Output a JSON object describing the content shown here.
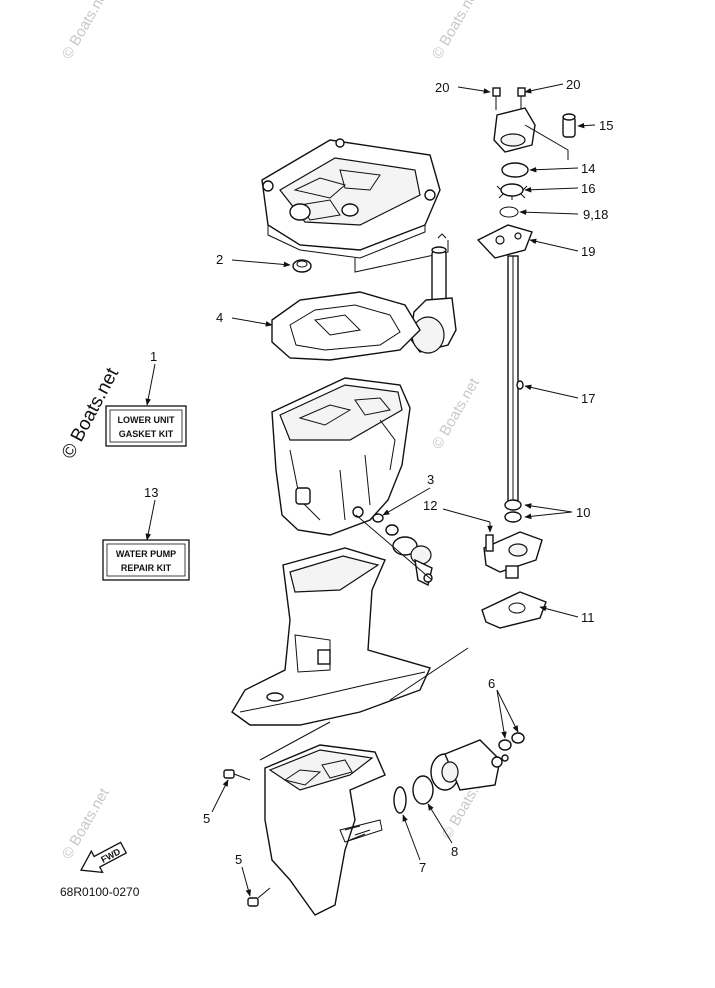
{
  "diagram_code": "68R0100-0270",
  "watermark": "© Boats.net",
  "kits": {
    "lower_unit": {
      "line1": "LOWER UNIT",
      "line2": "GASKET KIT"
    },
    "water_pump": {
      "line1": "WATER PUMP",
      "line2": "REPAIR KIT"
    }
  },
  "fwd_label": "FWD",
  "callouts": {
    "c1": "1",
    "c2": "2",
    "c3": "3",
    "c4": "4",
    "c5a": "5",
    "c5b": "5",
    "c6": "6",
    "c7": "7",
    "c8": "8",
    "c9_18": "9,18",
    "c10": "10",
    "c11": "11",
    "c12": "12",
    "c13": "13",
    "c14": "14",
    "c15": "15",
    "c16": "16",
    "c17": "17",
    "c19": "19",
    "c20a": "20",
    "c20b": "20"
  }
}
